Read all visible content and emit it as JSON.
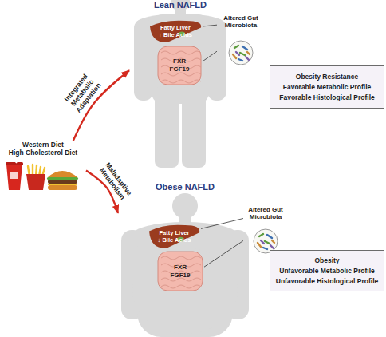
{
  "diagram": {
    "nodes": [
      {
        "text": [
          "Lean NAFLD"
        ]
      },
      {
        "text": [
          "Fatty Liver",
          "↑ Bile Acids"
        ],
        "in": 0
      },
      {
        "text": [
          "FXR",
          "FGF19"
        ],
        "in": 0
      },
      {
        "text": [
          "Altered Gut Microbiota"
        ]
      },
      {
        "text": [
          "Obesity Resistance",
          "Favorable Metabolic Profile",
          "Favorable Histological Profile"
        ]
      },
      {
        "text": [
          "Western Diet",
          "High Cholesterol Diet"
        ]
      },
      {
        "text": [
          "Obese NAFLD"
        ]
      },
      {
        "text": [
          "Fatty Liver",
          "↓ Bile Acids"
        ],
        "in": 6
      },
      {
        "text": [
          "FXR",
          "FGF19"
        ],
        "in": 6
      },
      {
        "text": [
          "Altered Gut Microbiota"
        ]
      },
      {
        "text": [
          "Obesity",
          "Unfavorable Metabolic Profile",
          "Unfavorable Histological Profile"
        ]
      }
    ],
    "edges": [
      {
        "from": 1,
        "to": 3,
        "arrow": "none"
      },
      {
        "from": 2,
        "to": 3,
        "arrow": "none"
      },
      {
        "from": 5,
        "to": 0,
        "arrow": "to",
        "label": "Integrated Metabolic Adaptation"
      },
      {
        "from": 5,
        "to": 6,
        "arrow": "to",
        "label": "Maladaptive Metabolism"
      },
      {
        "from": 7,
        "to": 9,
        "arrow": "none"
      },
      {
        "from": 8,
        "to": 9,
        "arrow": "none"
      }
    ]
  }
}
